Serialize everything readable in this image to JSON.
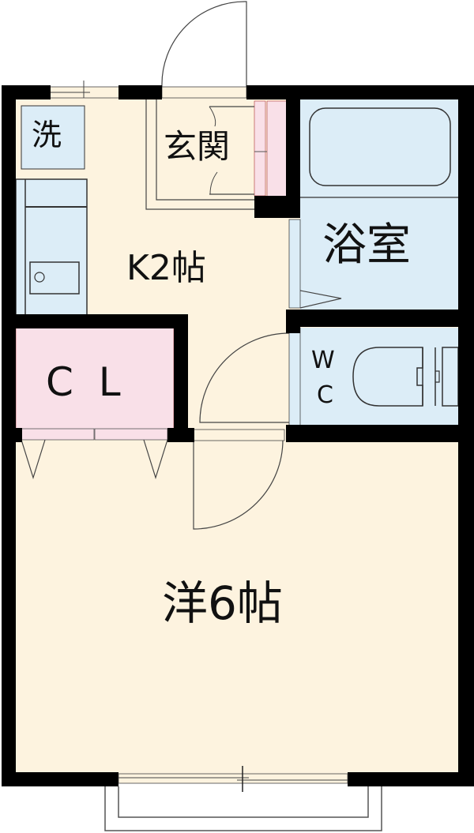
{
  "floorplan": {
    "rooms": {
      "washer": {
        "label": "洗"
      },
      "entrance": {
        "label": "玄関"
      },
      "kitchen": {
        "label": "K2帖"
      },
      "bathroom": {
        "label": "浴室"
      },
      "toilet": {
        "label_w": "W",
        "label_c": "C"
      },
      "closet": {
        "label": "C L"
      },
      "western_room": {
        "label": "洋6帖"
      }
    },
    "colors": {
      "wall": "#000000",
      "floor": "#fdf3df",
      "wet_area": "#dcedf7",
      "storage": "#f9e0e8",
      "line": "#444444"
    }
  }
}
